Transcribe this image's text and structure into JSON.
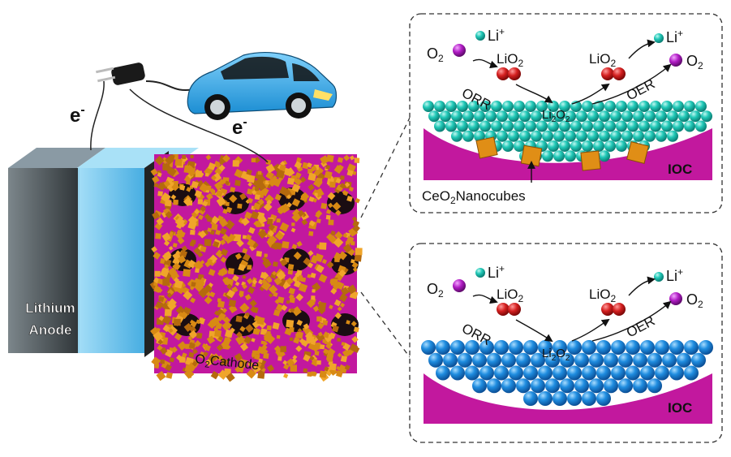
{
  "battery": {
    "anode_line1": "Lithium",
    "anode_line2": "Anode",
    "cathode_label": "O",
    "cathode_sub": "2",
    "cathode_suffix": "Cathode"
  },
  "electron_left": "e",
  "electron_right": "e",
  "electron_sup": "-",
  "panel_top": {
    "o2_left": "O",
    "o2_left_sub": "2",
    "li_left": "Li",
    "li_left_sup": "+",
    "lio2_left": "LiO",
    "lio2_left_sub": "2",
    "orr": "ORR",
    "li2o2_a": "Li",
    "li2o2_b": "2",
    "li2o2_c": "O",
    "li2o2_d": "2",
    "lio2_right": "LiO",
    "lio2_right_sub": "2",
    "li_right": "Li",
    "li_right_sup": "+",
    "o2_right": "O",
    "o2_right_sub": "2",
    "oer": "OER",
    "ioc": "IOC",
    "nanocubes_a": "CeO",
    "nanocubes_b": "2",
    "nanocubes_c": "Nanocubes"
  },
  "panel_bottom": {
    "o2_left": "O",
    "o2_left_sub": "2",
    "li_left": "Li",
    "li_left_sup": "+",
    "lio2_left": "LiO",
    "lio2_left_sub": "2",
    "orr": "ORR",
    "li2o2_a": "Li",
    "li2o2_b": "2",
    "li2o2_c": "O",
    "li2o2_d": "2",
    "lio2_right": "LiO",
    "lio2_right_sub": "2",
    "li_right": "Li",
    "li_right_sup": "+",
    "o2_right": "O",
    "o2_right_sub": "2",
    "oer": "OER",
    "ioc": "IOC"
  },
  "colors": {
    "magenta": "#c2189e",
    "teal": "#1fc9b8",
    "blue_sphere": "#1f8de0",
    "red": "#d41f1f",
    "purple": "#b01cc4",
    "cube": "#e08e16",
    "car": "#3aa9e8",
    "electrolyte": "#5fc0ef",
    "anode": "#4a5358"
  }
}
